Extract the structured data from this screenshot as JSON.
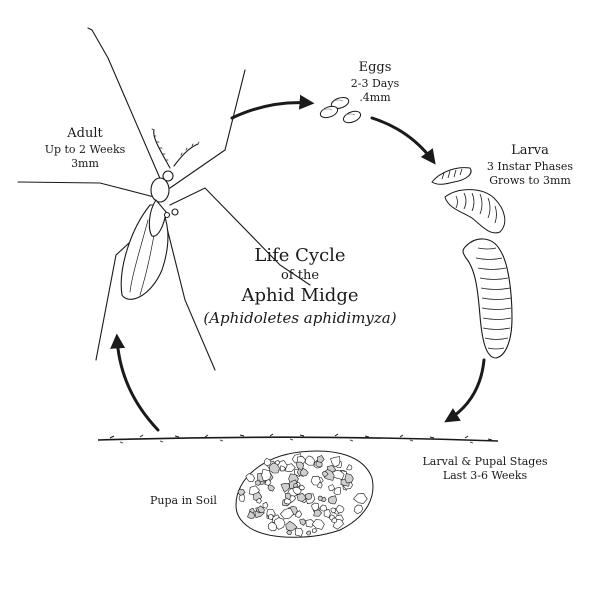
{
  "title": {
    "line1": "Life Cycle",
    "line2": "of the",
    "line3": "Aphid Midge",
    "scientific": "(Aphidoletes aphidimyza)"
  },
  "stages": {
    "eggs": {
      "name": "Eggs",
      "detail1": "2-3 Days",
      "detail2": ".4mm"
    },
    "larva": {
      "name": "Larva",
      "detail1": "3 Instar Phases",
      "detail2": "Grows to 3mm"
    },
    "larval_pupal": {
      "name": "Larval & Pupal Stages",
      "detail1": "Last 3-6 Weeks"
    },
    "pupa": {
      "name": "Pupa in Soil"
    },
    "adult": {
      "name": "Adult",
      "detail1": "Up to 2 Weeks",
      "detail2": "3mm"
    }
  },
  "colors": {
    "line": "#1a1a1a",
    "fill": "#ffffff",
    "shade": "#cfcfcf"
  }
}
